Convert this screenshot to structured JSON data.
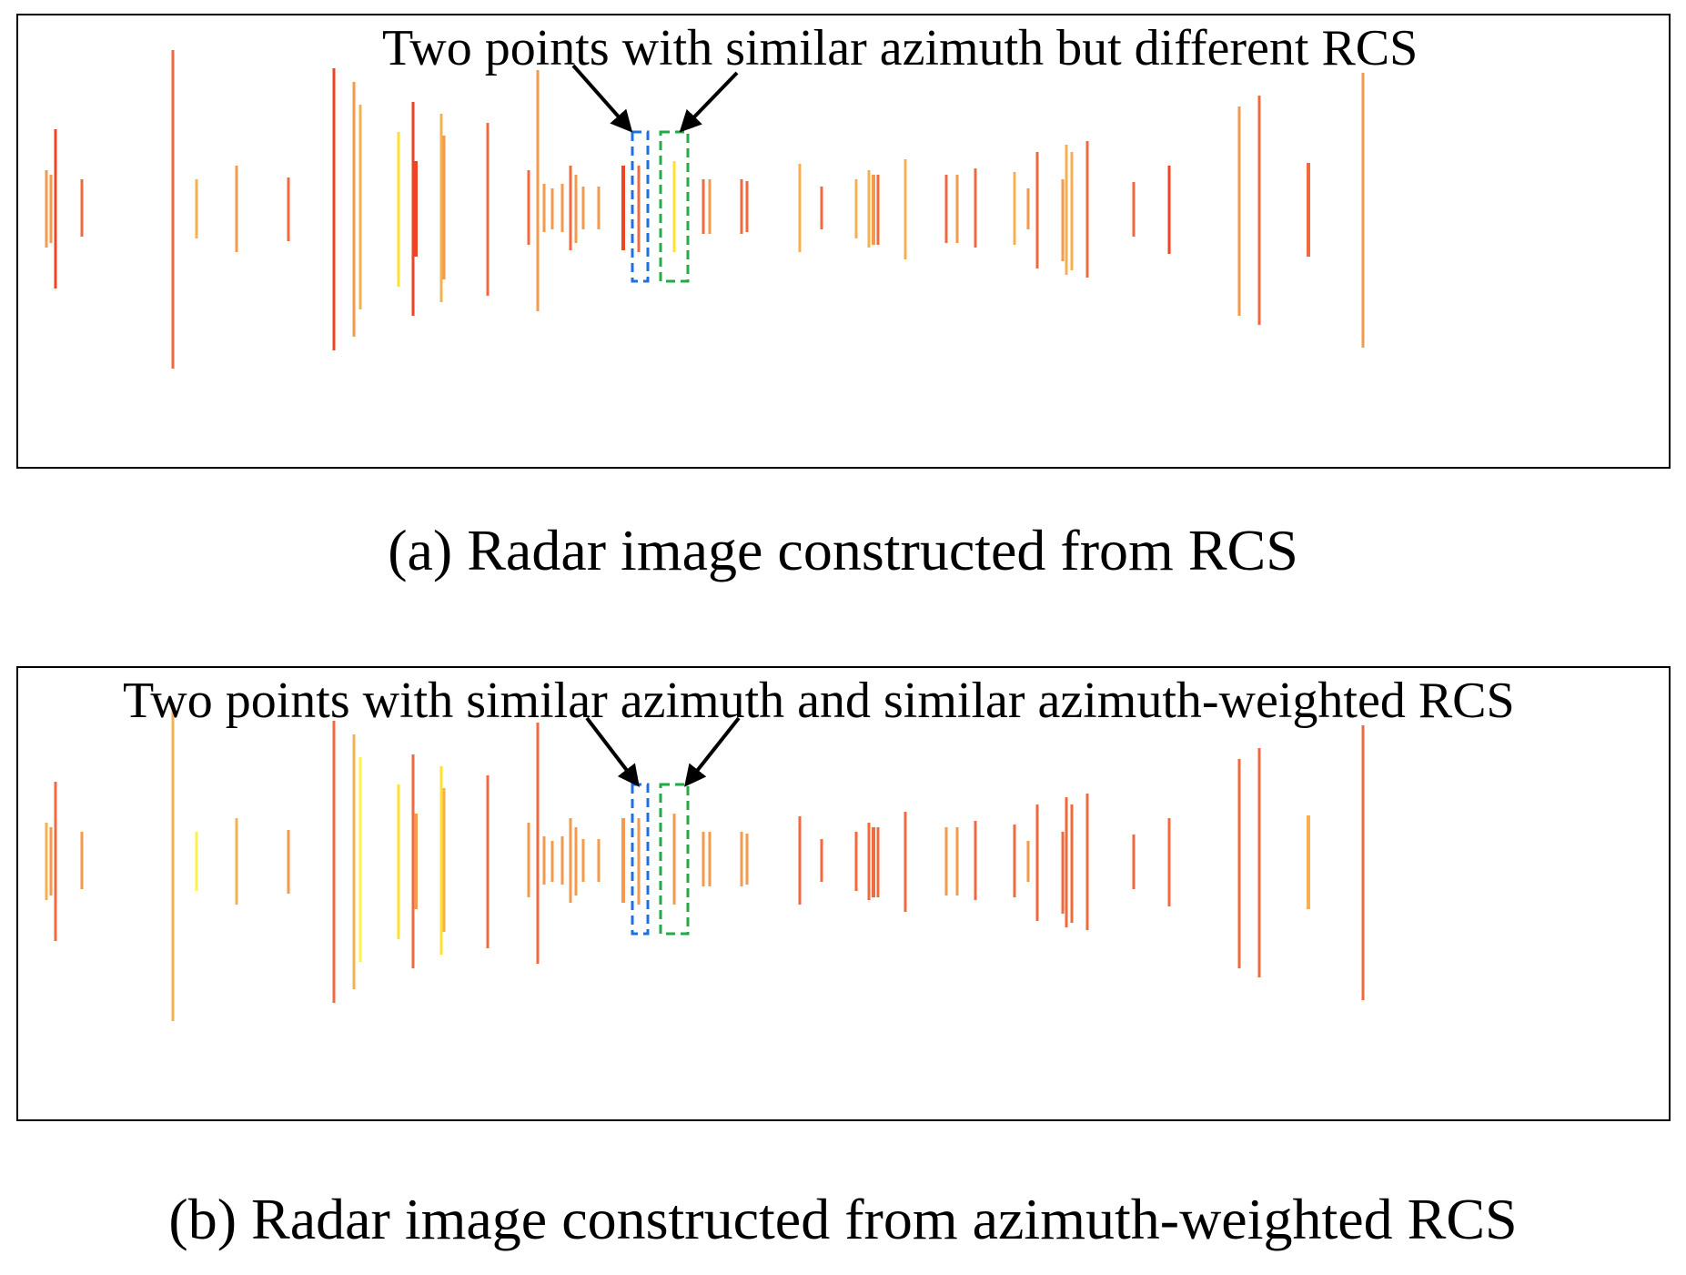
{
  "panel_a": {
    "annotation": "Two points with similar azimuth but different RCS",
    "caption": "(a) Radar image constructed from RCS"
  },
  "panel_b": {
    "annotation": "Two points with similar azimuth and similar azimuth-weighted RCS",
    "caption": "(b) Radar image constructed from azimuth-weighted RCS"
  },
  "colors": {
    "red": "#ee4422",
    "red_orange": "#f06a3e",
    "orange": "#f39a4d",
    "light_orange": "#f7b04f",
    "yellow": "#ffe033",
    "pale_yellow": "#fff24a",
    "highlight_blue": "#1f6fe0",
    "highlight_green": "#22aa44",
    "arrow": "#000000"
  }
}
